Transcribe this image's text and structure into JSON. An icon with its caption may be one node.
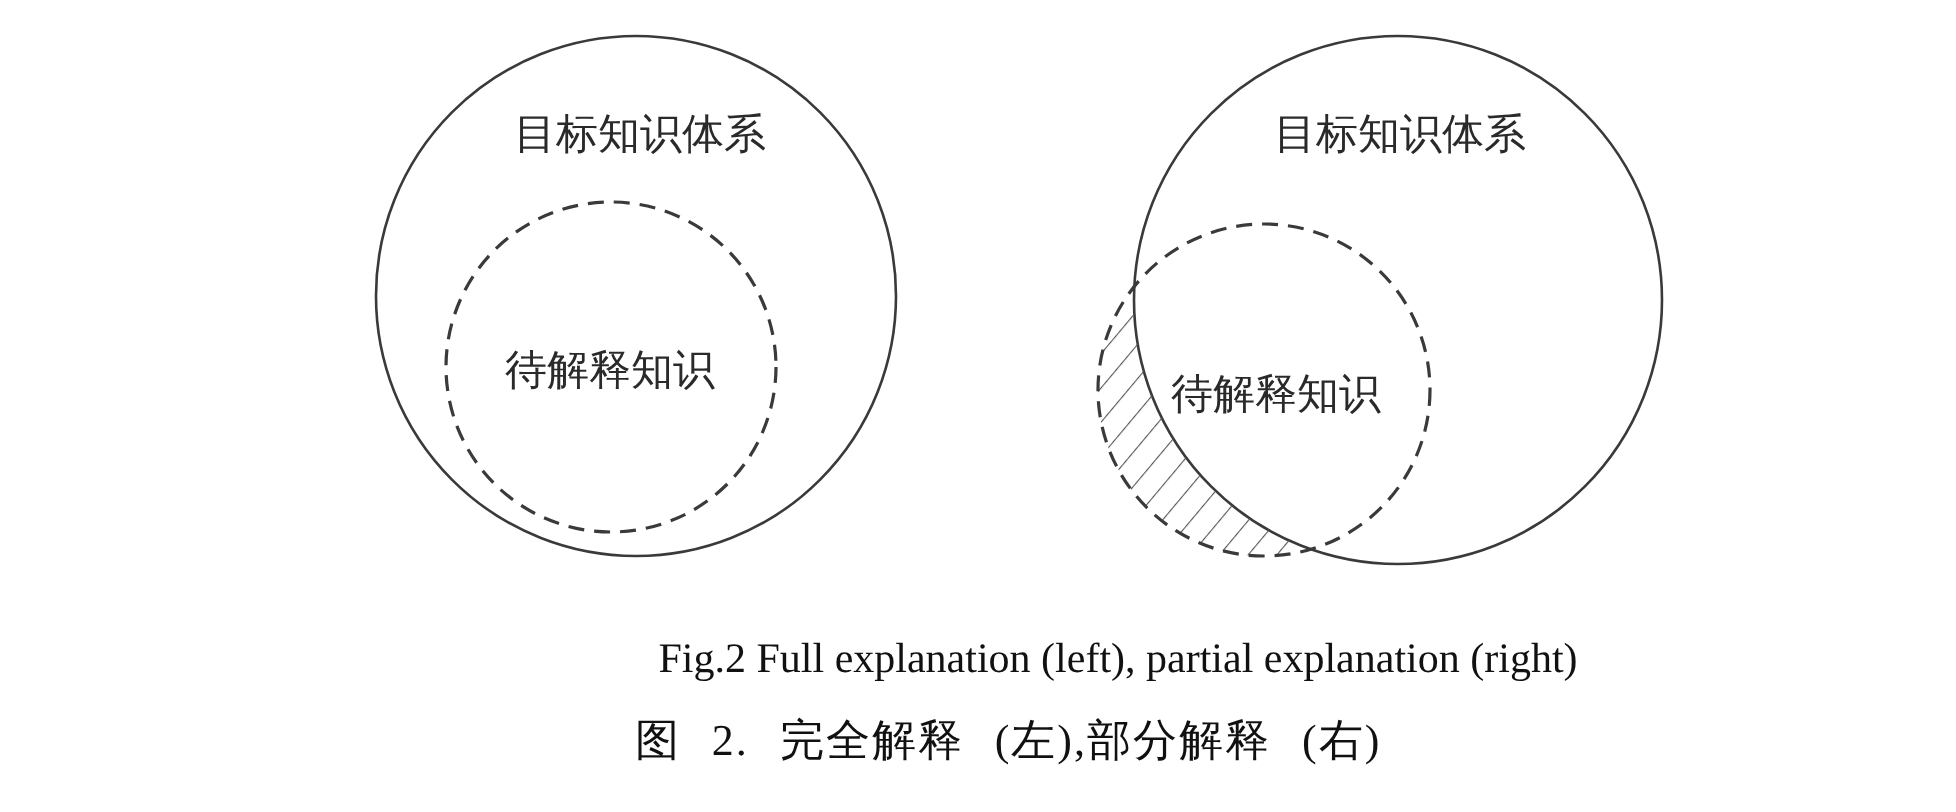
{
  "diagram": {
    "caption": "Fig.2 Full explanation (left), partial explanation (right)",
    "nodes": [
      {
        "text": [
          "目标知识体系"
        ]
      },
      {
        "text": [
          "待解释知识"
        ],
        "in": 0
      },
      {
        "text": [
          "目标知识体系"
        ]
      },
      {
        "text": [
          "待解释知识"
        ]
      }
    ],
    "labels": [
      "图 2. 完全解释 (左),部分解释 (右)"
    ]
  }
}
